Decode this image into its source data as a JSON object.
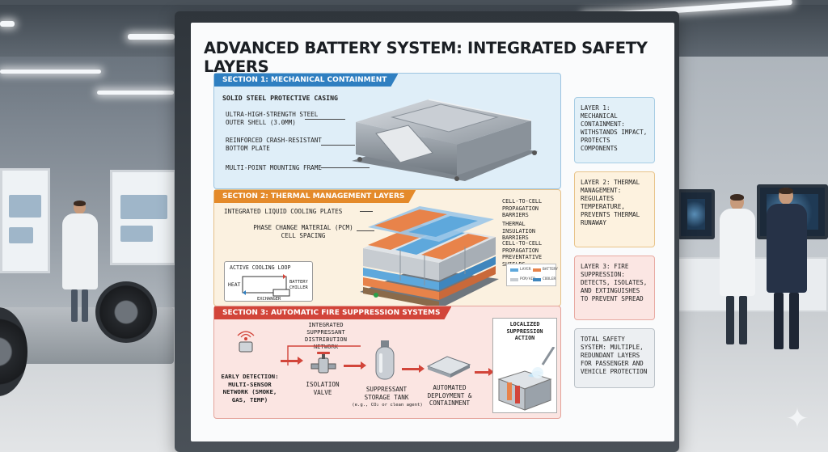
{
  "title": "ADVANCED BATTERY SYSTEM: INTEGRATED SAFETY LAYERS",
  "sections": {
    "s1": {
      "tag": "SECTION 1: MECHANICAL CONTAINMENT",
      "heading": "SOLID STEEL PROTECTIVE CASING",
      "labels": [
        "ULTRA-HIGH-STRENGTH STEEL OUTER SHELL (3.0mm)",
        "REINFORCED CRASH-RESISTANT BOTTOM PLATE",
        "MULTI-POINT MOUNTING FRAME"
      ]
    },
    "s2": {
      "tag": "SECTION 2: THERMAL MANAGEMENT LAYERS",
      "left_labels": [
        "INTEGRATED LIQUID COOLING PLATES",
        "PHASE CHANGE MATERIAL (PCM) CELL SPACING"
      ],
      "right_labels": [
        "CELL-TO-CELL PROPAGATION BARRIERS",
        "THERMAL INSULATION BARRIERS",
        "CELL-TO-CELL PROPAGATION PREVENTATIVE SHIELDS"
      ],
      "cooling_loop": {
        "title": "ACTIVE COOLING LOOP",
        "heat": "HEAT",
        "chiller": "BATTERY CHILLER",
        "exchanger": "EXCHANGER"
      },
      "legend": [
        "LAYER",
        "BATTERY",
        "PCM/AIR",
        "COOLER"
      ]
    },
    "s3": {
      "tag": "SECTION 3: AUTOMATIC FIRE SUPPRESSION SYSTEMS",
      "steps": [
        {
          "label": "EARLY DETECTION: MULTI-SENSOR NETWORK (SMOKE, GAS, TEMP)",
          "icon": "sensor-icon"
        },
        {
          "label": "INTEGRATED SUPPRESSANT DISTRIBUTION NETWORK",
          "icon": "network-icon"
        },
        {
          "label": "ISOLATION VALVE",
          "icon": "valve-icon"
        },
        {
          "label": "SUPPRESSANT STORAGE TANK",
          "sub": "(e.g., CO₂ or clean agent)",
          "icon": "tank-icon"
        },
        {
          "label": "AUTOMATED DEPLOYMENT & CONTAINMENT",
          "icon": "container-icon"
        },
        {
          "label": "LOCALIZED SUPPRESSION ACTION",
          "icon": "nozzle-icon"
        }
      ]
    }
  },
  "side_notes": [
    "LAYER 1: MECHANICAL CONTAINMENT: WITHSTANDS IMPACT, PROTECTS COMPONENTS",
    "LAYER 2: THERMAL MANAGEMENT: REGULATES TEMPERATURE, PREVENTS THERMAL RUNAWAY",
    "LAYER 3: FIRE SUPPRESSION: DETECTS, ISOLATES, AND EXTINGUISHES TO PREVENT SPREAD",
    "TOTAL SAFETY SYSTEM: MULTIPLE, REDUNDANT LAYERS FOR PASSENGER AND VEHICLE PROTECTION"
  ],
  "colors": {
    "section1": "#2f7fc1",
    "section2": "#e48a2a",
    "section3": "#d2453a",
    "battery_orange": "#e8834a",
    "cooling_blue": "#5ea8dc"
  }
}
